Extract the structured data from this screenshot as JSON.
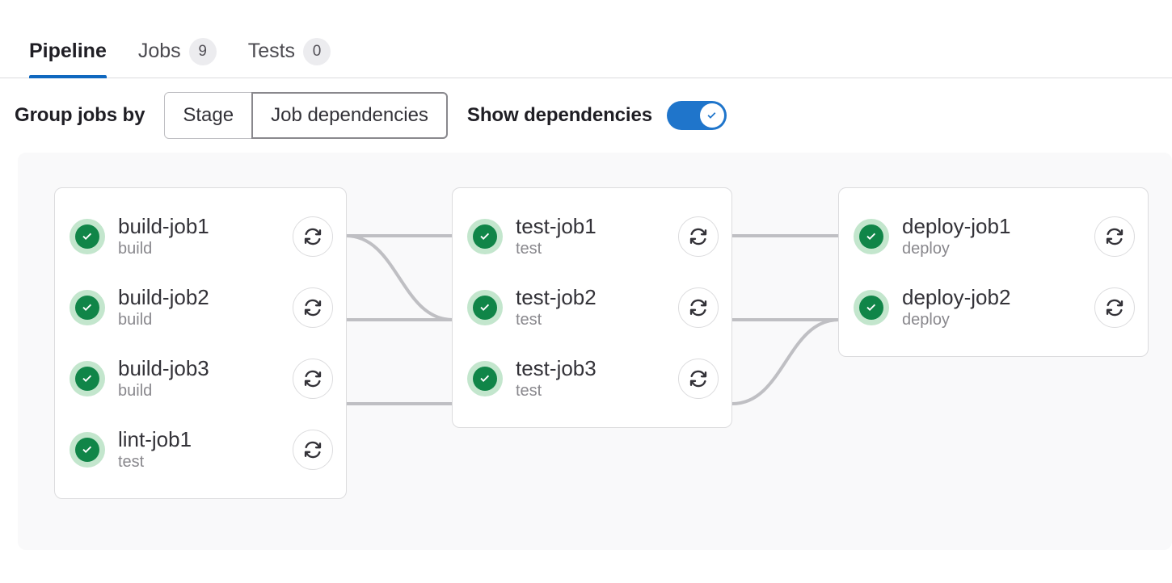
{
  "tabs": [
    {
      "label": "Pipeline",
      "badge": null,
      "active": true,
      "name": "tab-pipeline"
    },
    {
      "label": "Jobs",
      "badge": "9",
      "active": false,
      "name": "tab-jobs"
    },
    {
      "label": "Tests",
      "badge": "0",
      "active": false,
      "name": "tab-tests"
    }
  ],
  "controls": {
    "group_label": "Group jobs by",
    "segments": [
      {
        "label": "Stage",
        "selected": false
      },
      {
        "label": "Job dependencies",
        "selected": true
      }
    ],
    "toggle_label": "Show dependencies",
    "toggle_state": "on",
    "toggle_icon": "check-icon"
  },
  "graph": {
    "retry_icon": "retry-icon",
    "status_icon": "status-success-icon",
    "columns": [
      {
        "id": "column-1",
        "jobs": [
          {
            "name": "build-job1",
            "stage": "build",
            "status": "success"
          },
          {
            "name": "build-job2",
            "stage": "build",
            "status": "success"
          },
          {
            "name": "build-job3",
            "stage": "build",
            "status": "success"
          },
          {
            "name": "lint-job1",
            "stage": "test",
            "status": "success"
          }
        ]
      },
      {
        "id": "column-2",
        "jobs": [
          {
            "name": "test-job1",
            "stage": "test",
            "status": "success"
          },
          {
            "name": "test-job2",
            "stage": "test",
            "status": "success"
          },
          {
            "name": "test-job3",
            "stage": "test",
            "status": "success"
          }
        ]
      },
      {
        "id": "column-3",
        "jobs": [
          {
            "name": "deploy-job1",
            "stage": "deploy",
            "status": "success"
          },
          {
            "name": "deploy-job2",
            "stage": "deploy",
            "status": "success"
          }
        ]
      }
    ]
  },
  "colors": {
    "accent_blue": "#1f75cb",
    "tab_underline": "#1068bf",
    "status_green": "#108548",
    "status_green_halo": "#c3e6cd",
    "connector_gray": "#bfbfc3",
    "panel_bg": "#f9f9fa",
    "card_border": "#dcdcde",
    "text_primary": "#333238",
    "text_muted": "#89888d"
  }
}
